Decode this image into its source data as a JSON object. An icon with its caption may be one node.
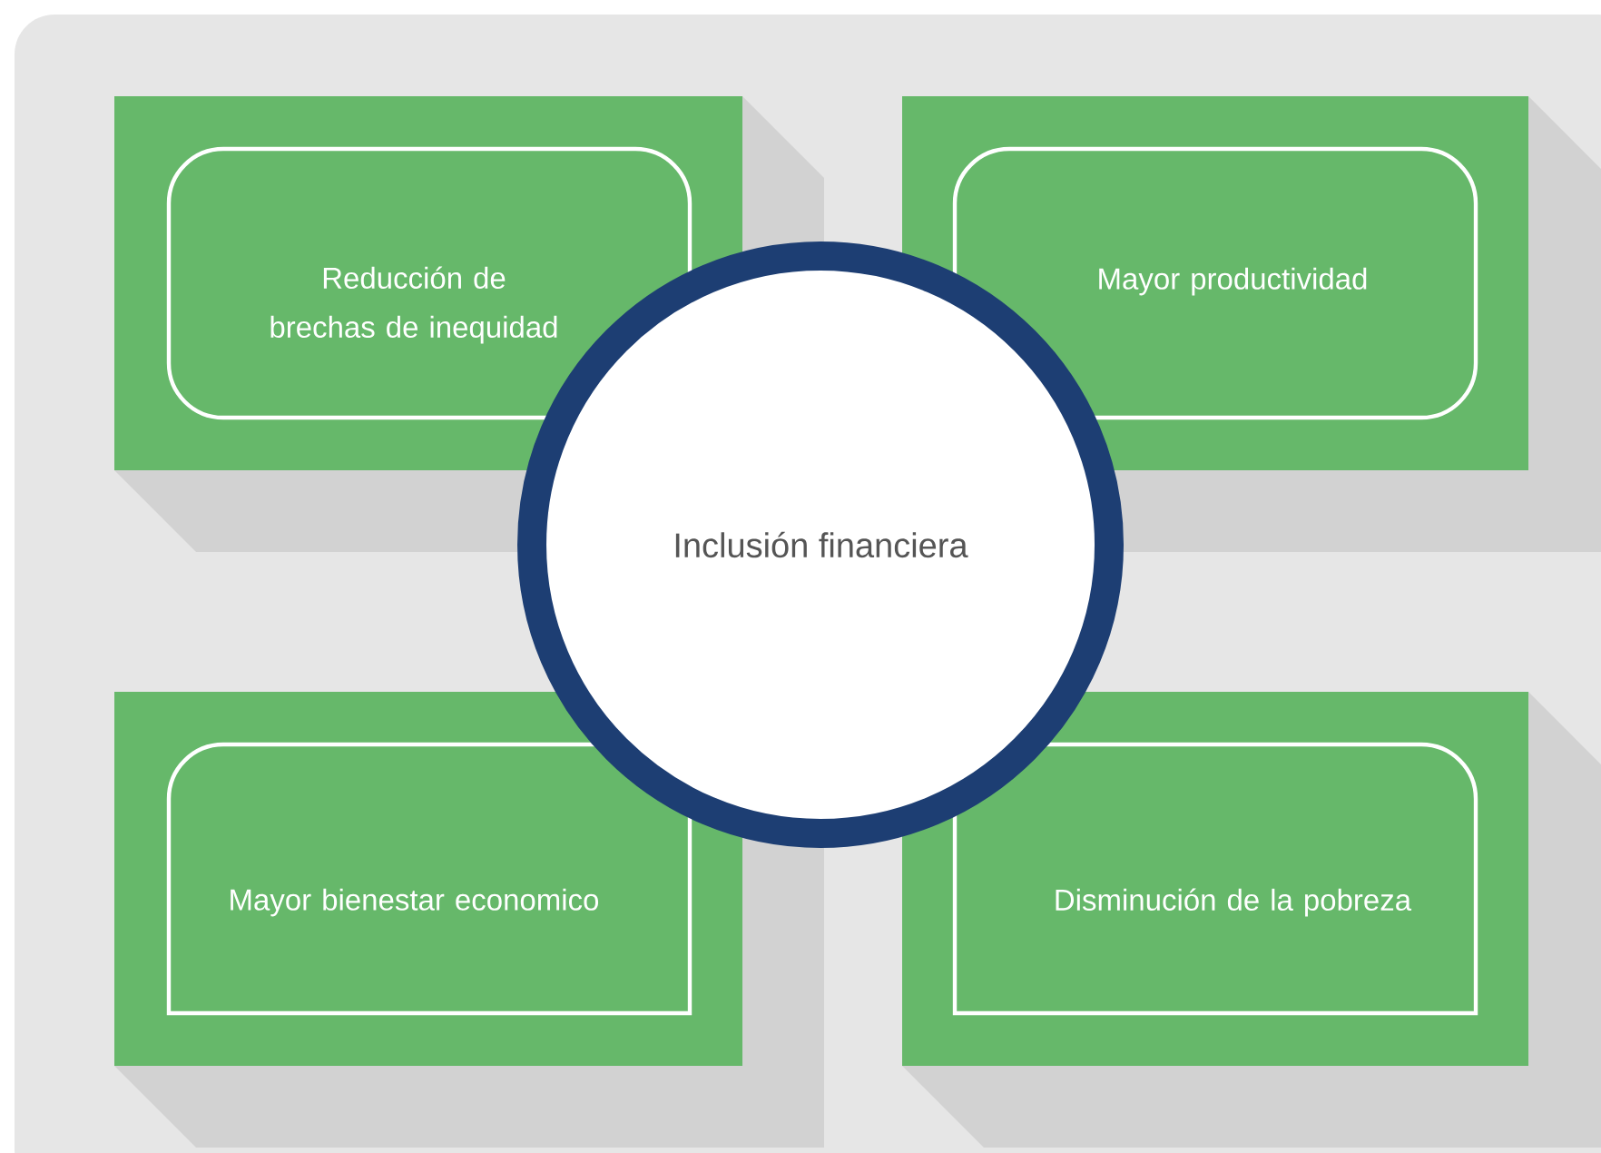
{
  "diagram": {
    "nodes": [
      {
        "text": [
          "Reducción de brechas de inequidad"
        ]
      },
      {
        "text": [
          "Mayor productividad"
        ]
      },
      {
        "text": [
          "Mayor bienestar economico"
        ]
      },
      {
        "text": [
          "Disminución de la pobreza"
        ]
      },
      {
        "text": [
          "Inclusión financiera"
        ]
      }
    ]
  }
}
